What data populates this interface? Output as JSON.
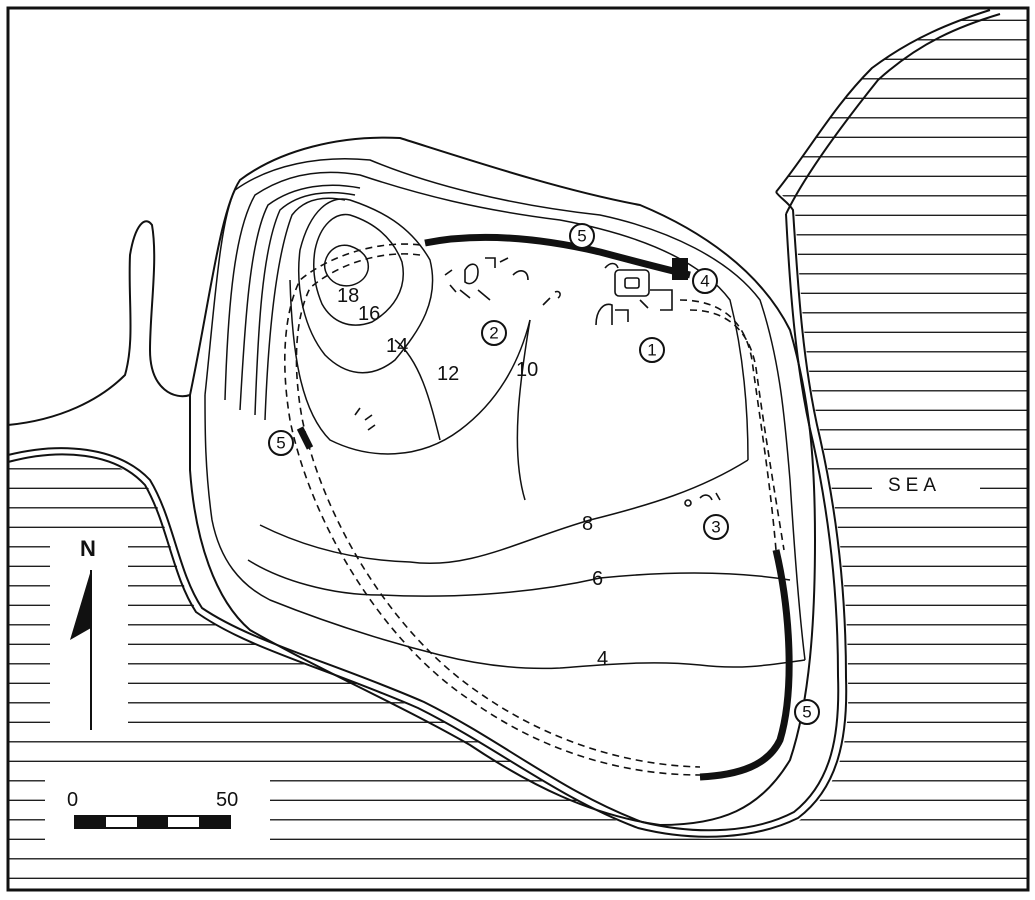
{
  "map": {
    "sea_label": "SEA",
    "north_label": "N",
    "scale": {
      "start": "0",
      "end": "50"
    },
    "contours": [
      "18",
      "16",
      "14",
      "12",
      "10",
      "8",
      "6",
      "4"
    ],
    "site_markers": [
      "1",
      "2",
      "3",
      "4",
      "5"
    ]
  }
}
